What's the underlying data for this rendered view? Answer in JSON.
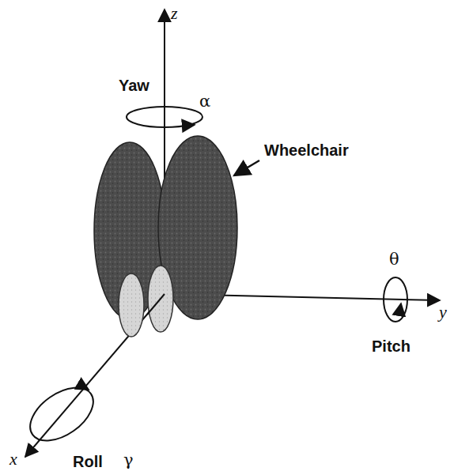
{
  "diagram": {
    "labels": [
      "z",
      "Yaw",
      "α",
      "Wheelchair",
      "θ",
      "y",
      "Pitch",
      "x",
      "Roll",
      "γ"
    ]
  }
}
